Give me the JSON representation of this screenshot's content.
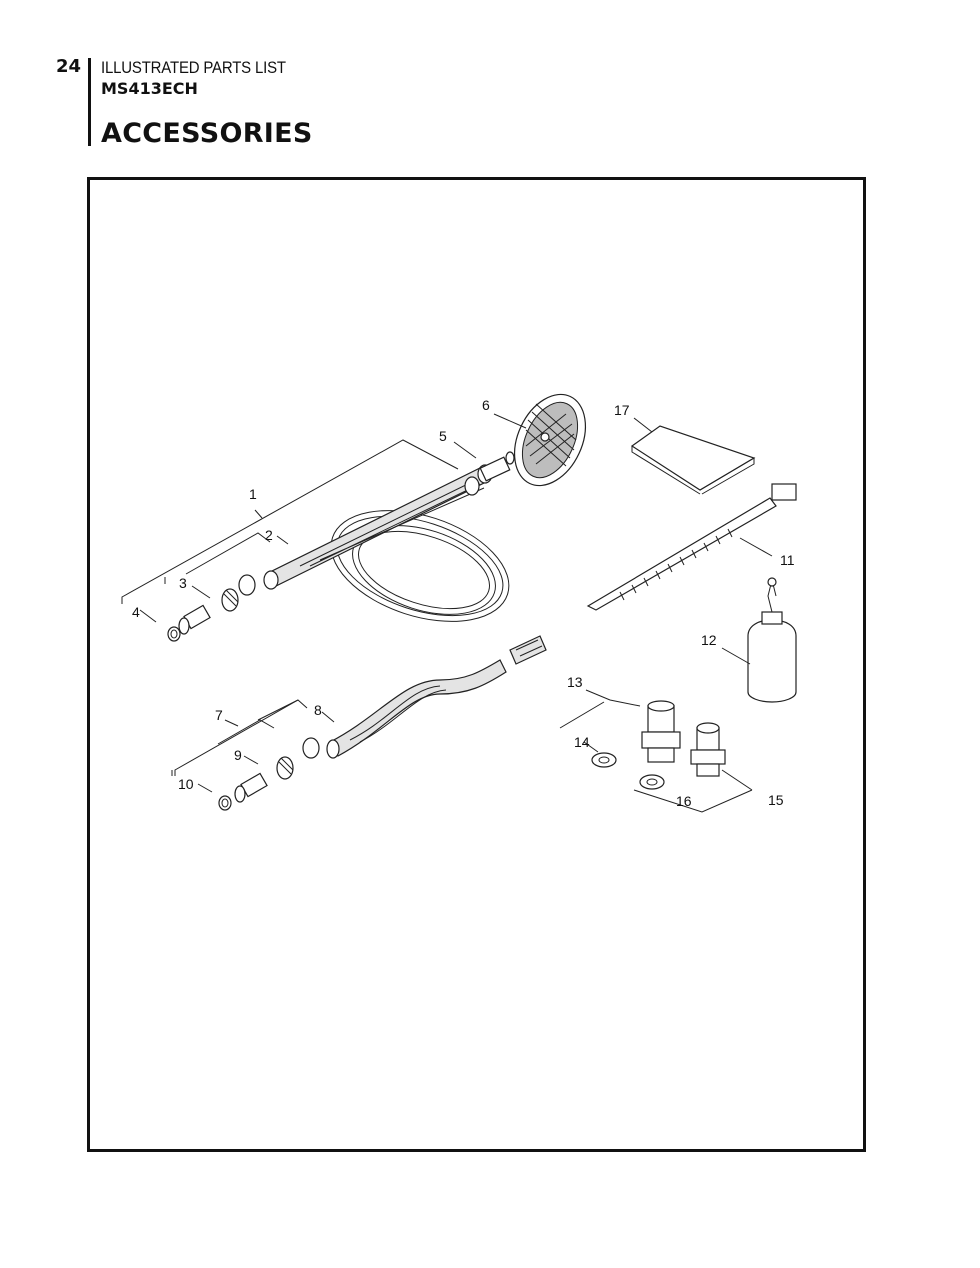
{
  "header": {
    "page_number": "24",
    "doc_type": "ILLUSTRATED PARTS LIST",
    "model": "MS413ECH"
  },
  "section": {
    "title": "ACCESSORIES"
  },
  "diagram": {
    "callouts": [
      "1",
      "2",
      "3",
      "4",
      "5",
      "6",
      "7",
      "8",
      "9",
      "10",
      "11",
      "12",
      "13",
      "14",
      "15",
      "16",
      "17"
    ]
  }
}
